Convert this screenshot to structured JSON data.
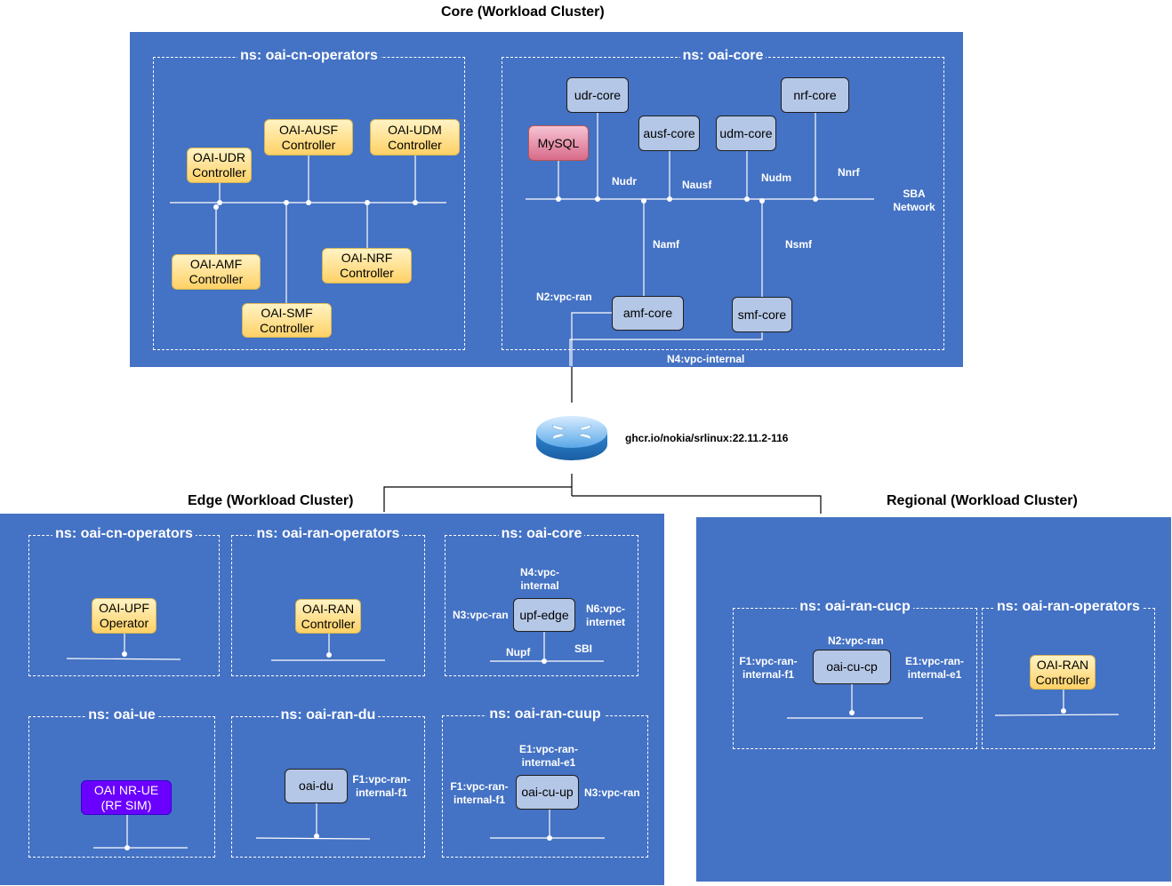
{
  "titles": {
    "core": "Core (Workload Cluster)",
    "edge": "Edge (Workload Cluster)",
    "regional": "Regional (Workload Cluster)"
  },
  "core": {
    "ns_operators": "ns: oai-cn-operators",
    "ns_core": "ns: oai-core",
    "controllers": {
      "udr": "OAI-UDR\nController",
      "ausf": "OAI-AUSF\nController",
      "udm": "OAI-UDM\nController",
      "amf": "OAI-AMF\nController",
      "nrf": "OAI-NRF\nController",
      "smf": "OAI-SMF\nController"
    },
    "services": {
      "udr": "udr-core",
      "nrf": "nrf-core",
      "mysql": "MySQL",
      "ausf": "ausf-core",
      "udm": "udm-core",
      "amf": "amf-core",
      "smf": "smf-core"
    },
    "labels": {
      "nudr": "Nudr",
      "nausf": "Nausf",
      "nudm": "Nudm",
      "nnrf": "Nnrf",
      "sba": "SBA\nNetwork",
      "namf": "Namf",
      "nsmf": "Nsmf",
      "n2": "N2:vpc-ran",
      "n4": "N4:vpc-internal"
    }
  },
  "router": {
    "image": "ghcr.io/nokia/srlinux:22.11.2-116"
  },
  "edge": {
    "ns_cn_operators": "ns: oai-cn-operators",
    "ns_ran_operators": "ns: oai-ran-operators",
    "ns_core": "ns: oai-core",
    "ns_ue": "ns: oai-ue",
    "ns_ran_du": "ns: oai-ran-du",
    "ns_ran_cuup": "ns: oai-ran-cuup",
    "upf_operator": "OAI-UPF\nOperator",
    "ran_controller": "OAI-RAN\nController",
    "upf_edge": "upf-edge",
    "nr_ue": "OAI NR-UE\n(RF SIM)",
    "du": "oai-du",
    "cu_up": "oai-cu-up",
    "labels": {
      "n4": "N4:vpc-\ninternal",
      "n3": "N3:vpc-ran",
      "n6": "N6:vpc-\ninternet",
      "nupf": "Nupf",
      "sbi": "SBI",
      "f1_du": "F1:vpc-ran-\ninternal-f1",
      "e1": "E1:vpc-ran-\ninternal-e1",
      "f1_cuup": "F1:vpc-ran-\ninternal-f1",
      "n3_cuup": "N3:vpc-ran"
    }
  },
  "regional": {
    "ns_cucp": "ns: oai-ran-cucp",
    "ns_ran_operators": "ns: oai-ran-operators",
    "cu_cp": "oai-cu-cp",
    "ran_controller": "OAI-RAN\nController",
    "labels": {
      "n2": "N2:vpc-ran",
      "f1": "F1:vpc-ran-\ninternal-f1",
      "e1": "E1:vpc-ran-\ninternal-e1"
    }
  }
}
